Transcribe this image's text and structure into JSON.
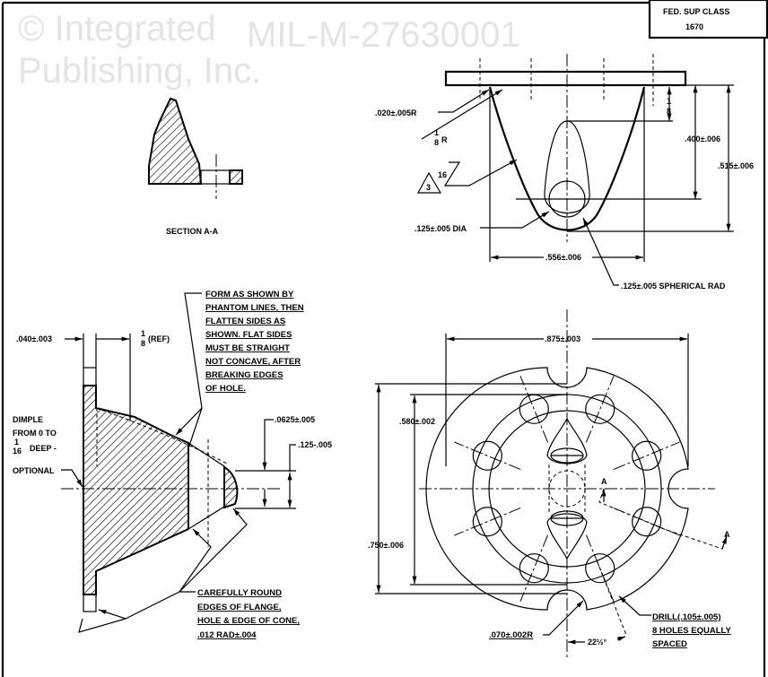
{
  "title_block": {
    "line1": "FED. SUP CLASS",
    "line2": "1670"
  },
  "watermark": {
    "line1": "© Integrated",
    "line2": "Publishing, Inc.",
    "line3": "MIL-M-27630001"
  },
  "section_view": {
    "label": "SECTION  A-A"
  },
  "top_view": {
    "fillet_radius": ".020±.005R",
    "eighth_radius_num": "1",
    "eighth_radius_den": "8",
    "eighth_radius_unit": "R",
    "finish_symbol": "3",
    "finish_value": "16",
    "hole_dia": ".125±.005 DIA",
    "dim_400": ".400±.006",
    "dim_515": ".515±.006",
    "dim_eighth_num": "1",
    "dim_eighth_den": "8",
    "dim_556": ".556±.006",
    "spherical_rad": ".125±.005 SPHERICAL RAD"
  },
  "side_view": {
    "dim_040": ".040±.003",
    "ref_num": "1",
    "ref_den": "8",
    "ref_label": "(REF)",
    "form_note": [
      "FORM AS SHOWN BY",
      "PHANTOM LINES, THEN",
      "FLATTEN SIDES AS",
      "SHOWN. FLAT SIDES",
      "MUST BE STRAIGHT",
      "NOT CONCAVE, AFTER",
      "BREAKING EDGES",
      "OF HOLE."
    ],
    "dimple_note": [
      "DIMPLE",
      "FROM 0 TO",
      "DEEP -",
      "OPTIONAL"
    ],
    "dimple_num": "1",
    "dimple_den": "16",
    "dim_0625": ".0625±.005",
    "dim_125": ".125-.005",
    "round_note": [
      "CAREFULLY ROUND",
      "EDGES OF FLANGE,",
      "HOLE & EDGE OF CONE,",
      ".012 RAD±.004"
    ]
  },
  "front_view": {
    "dim_875": ".875±.003",
    "dim_580": ".580±.002",
    "dim_750": ".750±.006",
    "section_mark": "A",
    "notch_radius": ".070±.002R",
    "angle": "22½°",
    "drill_note": [
      "DRILL(.105±.005)",
      "8 HOLES EQUALLY",
      "SPACED"
    ],
    "hole_count": 8
  }
}
